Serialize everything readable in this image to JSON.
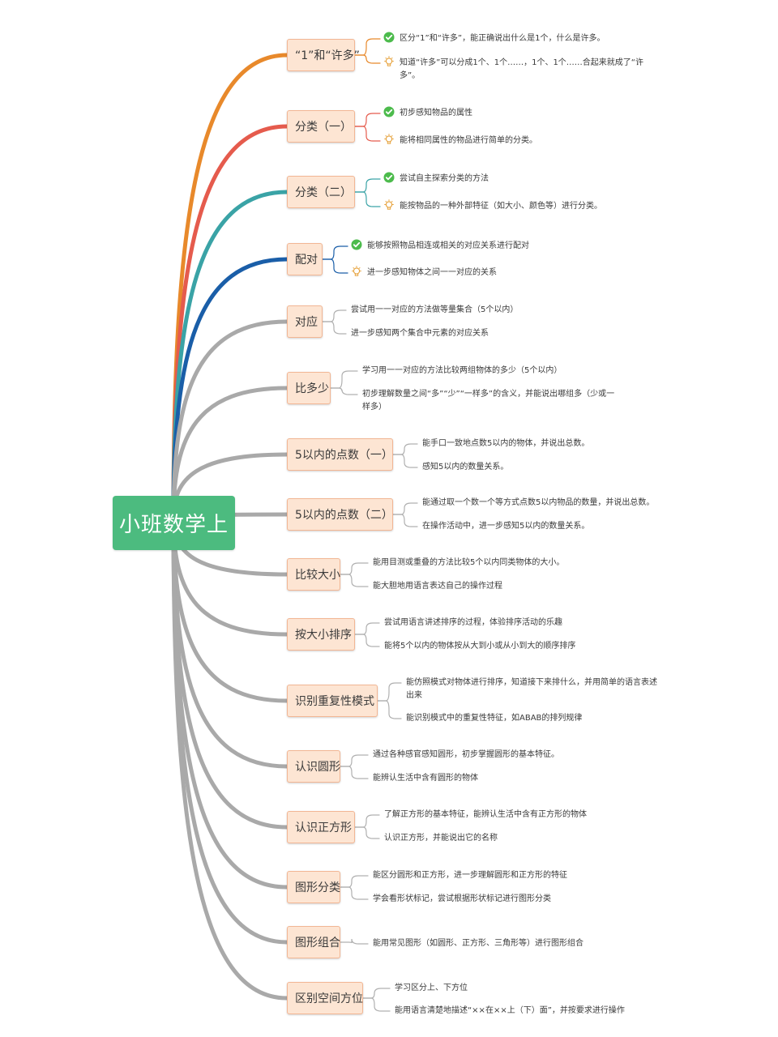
{
  "root": {
    "label": "小班数学上"
  },
  "colors": {
    "root": "#4cbb7f",
    "node_fill": "#fde5d3",
    "node_border": "#f2b694",
    "gray_branch": "#a9a9a9",
    "check": "#4cbb4c",
    "bulb": "#e6a23c"
  },
  "topics": [
    {
      "label": "“1”和“许多”",
      "color": "#e8892b",
      "items": [
        {
          "text": "区分“1”和“许多”，能正确说出什么是1个，什么是许多。",
          "icon": "check-icon"
        },
        {
          "text": "知道“许多”可以分成1个、1个……，1个、1个……合起来就成了“许多”。",
          "icon": "bulb-icon"
        }
      ]
    },
    {
      "label": "分类（一）",
      "color": "#e55b4d",
      "items": [
        {
          "text": "初步感知物品的属性",
          "icon": "check-icon"
        },
        {
          "text": "能将相同属性的物品进行简单的分类。",
          "icon": "bulb-icon"
        }
      ]
    },
    {
      "label": "分类（二）",
      "color": "#3aa3a6",
      "items": [
        {
          "text": "尝试自主探索分类的方法",
          "icon": "check-icon"
        },
        {
          "text": "能按物品的一种外部特征（如大小、颜色等）进行分类。",
          "icon": "bulb-icon"
        }
      ]
    },
    {
      "label": "配对",
      "color": "#1a5ea8",
      "items": [
        {
          "text": "能够按照物品相连或相关的对应关系进行配对",
          "icon": "check-icon"
        },
        {
          "text": "进一步感知物体之间一一对应的关系",
          "icon": "bulb-icon"
        }
      ]
    },
    {
      "label": "对应",
      "color": "#a9a9a9",
      "items": [
        {
          "text": "尝试用一一对应的方法做等量集合（5个以内）"
        },
        {
          "text": "进一步感知两个集合中元素的对应关系"
        }
      ]
    },
    {
      "label": "比多少",
      "color": "#a9a9a9",
      "items": [
        {
          "text": "学习用一一对应的方法比较两组物体的多少（5个以内）"
        },
        {
          "text": "初步理解数量之间“多”“少”“一样多”的含义，并能说出哪组多（少或一样多）"
        }
      ]
    },
    {
      "label": "5以内的点数（一）",
      "color": "#a9a9a9",
      "items": [
        {
          "text": "能手口一致地点数5以内的物体，并说出总数。"
        },
        {
          "text": "感知5以内的数量关系。"
        }
      ]
    },
    {
      "label": "5以内的点数（二）",
      "color": "#a9a9a9",
      "items": [
        {
          "text": "能通过取一个数一个等方式点数5以内物品的数量，并说出总数。"
        },
        {
          "text": "在操作活动中，进一步感知5以内的数量关系。"
        }
      ]
    },
    {
      "label": "比较大小",
      "color": "#a9a9a9",
      "items": [
        {
          "text": "能用目测或重叠的方法比较5个以内同类物体的大小。"
        },
        {
          "text": "能大胆地用语言表达自己的操作过程"
        }
      ]
    },
    {
      "label": "按大小排序",
      "color": "#a9a9a9",
      "items": [
        {
          "text": "尝试用语言讲述排序的过程，体验排序活动的乐趣"
        },
        {
          "text": "能将5个以内的物体按从大到小或从小到大的顺序排序"
        }
      ]
    },
    {
      "label": "识别重复性模式",
      "color": "#a9a9a9",
      "items": [
        {
          "text": "能仿照模式对物体进行排序，知道接下来排什么，并用简单的语言表述出来"
        },
        {
          "text": "能识别模式中的重复性特征，如ABAB的排列规律"
        }
      ]
    },
    {
      "label": "认识圆形",
      "color": "#a9a9a9",
      "items": [
        {
          "text": "通过各种感官感知圆形，初步掌握圆形的基本特征。"
        },
        {
          "text": "能辨认生活中含有圆形的物体"
        }
      ]
    },
    {
      "label": "认识正方形",
      "color": "#a9a9a9",
      "items": [
        {
          "text": "了解正方形的基本特征，能辨认生活中含有正方形的物体"
        },
        {
          "text": "认识正方形，并能说出它的名称"
        }
      ]
    },
    {
      "label": "图形分类",
      "color": "#a9a9a9",
      "items": [
        {
          "text": "能区分圆形和正方形，进一步理解圆形和正方形的特征"
        },
        {
          "text": "学会看形状标记，尝试根据形状标记进行图形分类"
        }
      ]
    },
    {
      "label": "图形组合",
      "color": "#a9a9a9",
      "items": [
        {
          "text": "能用常见图形（如圆形、正方形、三角形等）进行图形组合"
        }
      ]
    },
    {
      "label": "区别空间方位",
      "color": "#a9a9a9",
      "items": [
        {
          "text": "学习区分上、下方位"
        },
        {
          "text": "能用语言清楚地描述“××在××上（下）面”，并按要求进行操作"
        }
      ]
    }
  ]
}
